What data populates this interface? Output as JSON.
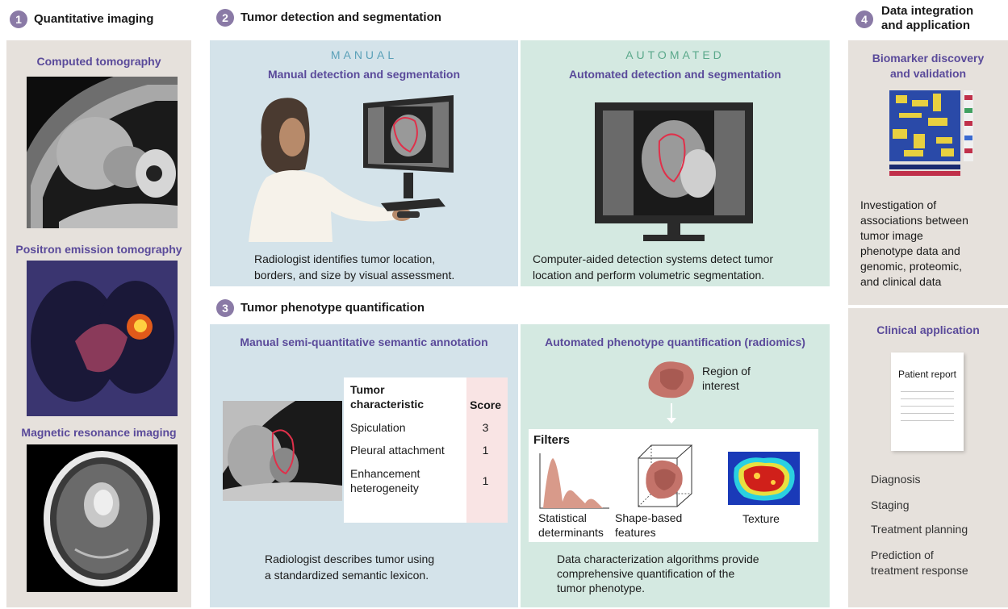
{
  "sections": {
    "s1": {
      "num": "1",
      "title": "Quantitative imaging"
    },
    "s2": {
      "num": "2",
      "title": "Tumor detection and segmentation"
    },
    "s3": {
      "num": "3",
      "title": "Tumor phenotype quantification"
    },
    "s4": {
      "num": "4",
      "title_line1": "Data integration",
      "title_line2": "and application"
    }
  },
  "imaging": {
    "ct": "Computed tomography",
    "pet": "Positron emission tomography",
    "mri": "Magnetic resonance imaging"
  },
  "detection": {
    "manual_kicker": "MANUAL",
    "manual_title": "Manual detection and segmentation",
    "manual_caption_1": "Radiologist identifies tumor location,",
    "manual_caption_2": "borders, and size by visual assessment.",
    "auto_kicker": "AUTOMATED",
    "auto_title": "Automated detection and segmentation",
    "auto_caption_1": "Computer-aided detection systems detect tumor",
    "auto_caption_2": "location and perform volumetric segmentation."
  },
  "phenotype": {
    "manual_title": "Manual semi-quantitative semantic annotation",
    "table_header_char_1": "Tumor",
    "table_header_char_2": "characteristic",
    "table_header_score": "Score",
    "rows": [
      {
        "char": "Spiculation",
        "score": "3"
      },
      {
        "char": "Pleural attachment",
        "score": "1"
      },
      {
        "char": "Enhancement heterogeneity",
        "score": "1"
      }
    ],
    "manual_caption_1": "Radiologist describes tumor using",
    "manual_caption_2": "a standardized semantic lexicon.",
    "auto_title": "Automated phenotype quantification (radiomics)",
    "roi_1": "Region of",
    "roi_2": "interest",
    "filters": "Filters",
    "stat_1": "Statistical",
    "stat_2": "determinants",
    "shape_1": "Shape-based",
    "shape_2": "features",
    "texture": "Texture",
    "auto_caption_1": "Data characterization algorithms provide",
    "auto_caption_2": "comprehensive quantification of the",
    "auto_caption_3": "tumor phenotype."
  },
  "integration": {
    "biomarker_1": "Biomarker discovery",
    "biomarker_2": "and validation",
    "investigation": [
      "Investigation of",
      "associations between",
      "tumor image",
      "phenotype data and",
      "genomic, proteomic,",
      "and clinical data"
    ],
    "clinical_title": "Clinical application",
    "patient_report": "Patient report",
    "applications": [
      "Diagnosis",
      "Staging",
      "Treatment planning"
    ],
    "prediction_1": "Prediction of",
    "prediction_2": "treatment response"
  },
  "colors": {
    "purple_badge": "#8a7aa6",
    "panel_gray": "#e6e1dc",
    "panel_blue": "#d4e3ea",
    "panel_green": "#d4e9e1",
    "label_purple": "#5a4a9a"
  }
}
